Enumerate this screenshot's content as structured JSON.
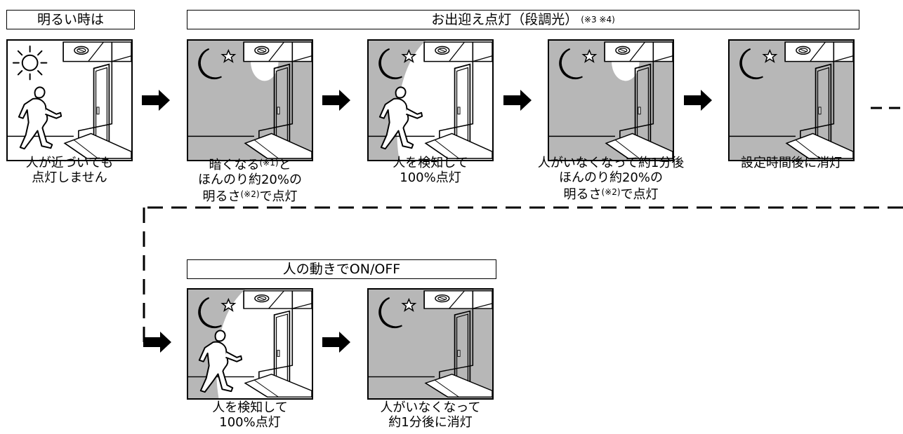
{
  "bright": {
    "header": "明るい時は",
    "caption": [
      "人が近づいても",
      "点灯しません"
    ]
  },
  "welcome": {
    "header": "お出迎え点灯（段調光）",
    "header_note": "(※3 ※4)",
    "captions": {
      "p1": {
        "line1": "暗くなる",
        "line1_note": "(※1)",
        "line1_end": "と",
        "line2": "ほんのり約20%の",
        "line3": "明るさ",
        "line3_note": "(※2)",
        "line3_end": "で点灯"
      },
      "p2": [
        "人を検知して",
        "100%点灯"
      ],
      "p3": {
        "line1": "人がいなくなって約1分後",
        "line2": "ほんのり約20%の",
        "line3": "明るさ",
        "line3_note": "(※2)",
        "line3_end": "で点灯"
      },
      "p4": [
        "設定時間後に消灯"
      ]
    }
  },
  "onoff": {
    "header": "人の動きでON/OFF",
    "captions": {
      "p1": [
        "人を検知して",
        "100%点灯"
      ],
      "p2": [
        "人がいなくなって",
        "約1分後に消灯"
      ]
    }
  },
  "colors": {
    "dark_room": "#b7b7b7",
    "light": "#ffffff",
    "line": "#000000"
  },
  "icons": [
    "sun-icon",
    "moon-icon",
    "star-icon",
    "ceiling-sensor-light-icon",
    "door-icon",
    "walking-person-icon",
    "arrow-right-icon"
  ]
}
